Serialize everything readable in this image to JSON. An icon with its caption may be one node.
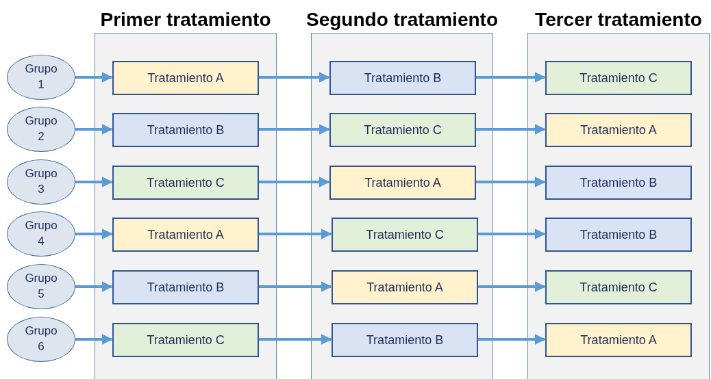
{
  "diagram": {
    "nodes": [
      {
        "text": [
          "Grupo 1"
        ]
      },
      {
        "text": [
          "Grupo 2"
        ]
      },
      {
        "text": [
          "Grupo 3"
        ]
      },
      {
        "text": [
          "Grupo 4"
        ]
      },
      {
        "text": [
          "Grupo 5"
        ]
      },
      {
        "text": [
          "Grupo 6"
        ]
      },
      {
        "text": [
          "Primer tratamiento"
        ]
      },
      {
        "text": [
          "Tratamiento A"
        ],
        "in": 6
      },
      {
        "text": [
          "Tratamiento B"
        ],
        "in": 6
      },
      {
        "text": [
          "Tratamiento C"
        ],
        "in": 6
      },
      {
        "text": [
          "Tratamiento A"
        ],
        "in": 6
      },
      {
        "text": [
          "Tratamiento B"
        ],
        "in": 6
      },
      {
        "text": [
          "Tratamiento C"
        ],
        "in": 6
      },
      {
        "text": [
          "Segundo tratamiento"
        ]
      },
      {
        "text": [
          "Tratamiento B"
        ],
        "in": 13
      },
      {
        "text": [
          "Tratamiento C"
        ],
        "in": 13
      },
      {
        "text": [
          "Tratamiento A"
        ],
        "in": 13
      },
      {
        "text": [
          "Tratamiento C"
        ],
        "in": 13
      },
      {
        "text": [
          "Tratamiento A"
        ],
        "in": 13
      },
      {
        "text": [
          "Tratamiento B"
        ],
        "in": 13
      },
      {
        "text": [
          "Tercer tratamiento"
        ]
      },
      {
        "text": [
          "Tratamiento C"
        ],
        "in": 20
      },
      {
        "text": [
          "Tratamiento A"
        ],
        "in": 20
      },
      {
        "text": [
          "Tratamiento B"
        ],
        "in": 20
      },
      {
        "text": [
          "Tratamiento B"
        ],
        "in": 20
      },
      {
        "text": [
          "Tratamiento C"
        ],
        "in": 20
      },
      {
        "text": [
          "Tratamiento A"
        ],
        "in": 20
      }
    ],
    "edges": [
      {
        "from": 0,
        "to": 7,
        "arrow": "to"
      },
      {
        "from": 7,
        "to": 14,
        "arrow": "to"
      },
      {
        "from": 14,
        "to": 21,
        "arrow": "to"
      },
      {
        "from": 1,
        "to": 8,
        "arrow": "to"
      },
      {
        "from": 8,
        "to": 15,
        "arrow": "to"
      },
      {
        "from": 15,
        "to": 22,
        "arrow": "to"
      },
      {
        "from": 2,
        "to": 9,
        "arrow": "to"
      },
      {
        "from": 9,
        "to": 16,
        "arrow": "to"
      },
      {
        "from": 16,
        "to": 23,
        "arrow": "to"
      },
      {
        "from": 3,
        "to": 10,
        "arrow": "to"
      },
      {
        "from": 10,
        "to": 17,
        "arrow": "to"
      },
      {
        "from": 17,
        "to": 24,
        "arrow": "to"
      },
      {
        "from": 4,
        "to": 11,
        "arrow": "to"
      },
      {
        "from": 11,
        "to": 18,
        "arrow": "to"
      },
      {
        "from": 18,
        "to": 25,
        "arrow": "to"
      },
      {
        "from": 5,
        "to": 12,
        "arrow": "to"
      },
      {
        "from": 12,
        "to": 19,
        "arrow": "to"
      },
      {
        "from": 19,
        "to": 26,
        "arrow": "to"
      }
    ]
  }
}
